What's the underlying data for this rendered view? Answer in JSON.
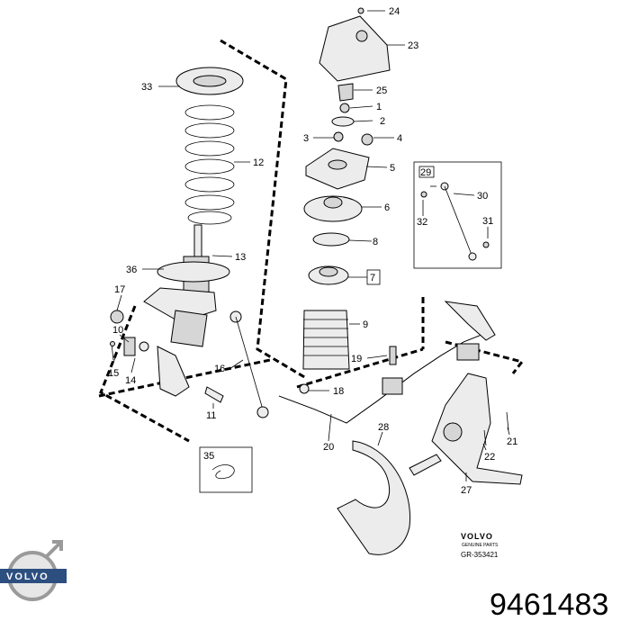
{
  "callouts": [
    "24",
    "23",
    "25",
    "1",
    "2",
    "3",
    "4",
    "5",
    "29",
    "30",
    "32",
    "31",
    "6",
    "8",
    "7",
    "9",
    "33",
    "12",
    "13",
    "36",
    "17",
    "10",
    "15",
    "14",
    "16",
    "11",
    "19",
    "18",
    "20",
    "35",
    "28",
    "21",
    "22",
    "27"
  ],
  "brand": {
    "name": "VOLVO",
    "subtitle": "GENUINE PARTS",
    "drawing_code": "GR-353421"
  },
  "logo": {
    "text": "VOLVO"
  },
  "part_number": "9461483"
}
